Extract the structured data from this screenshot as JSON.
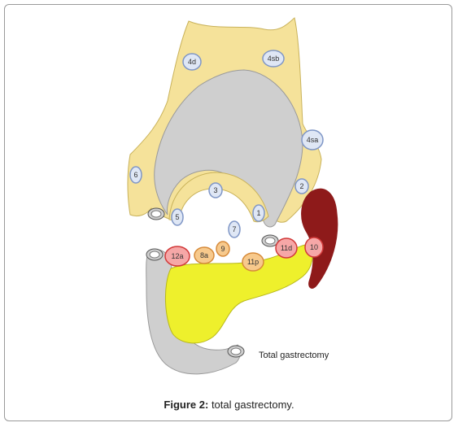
{
  "diagram": {
    "title": "Total gastrectomy",
    "colors": {
      "fat": "#f5e29a",
      "fat_stroke": "#c9b25a",
      "stomach": "#cfcfcf",
      "stomach_stroke": "#9a9a9a",
      "vessel": "#cfcfcf",
      "pancreas": "#eef02c",
      "pancreas_stroke": "#b8b81a",
      "spleen": "#8e1a1a",
      "node_blue_fill": "#dfe7f5",
      "node_blue_stroke": "#7f96c6",
      "node_orange_fill": "#f7c98c",
      "node_orange_stroke": "#d68a3a",
      "node_red_fill": "#f6a7a7",
      "node_red_stroke": "#d23a3a"
    },
    "lymph_nodes": [
      {
        "label": "4d",
        "style": "blue"
      },
      {
        "label": "4sb",
        "style": "blue"
      },
      {
        "label": "4sa",
        "style": "blue"
      },
      {
        "label": "6",
        "style": "blue"
      },
      {
        "label": "3",
        "style": "blue"
      },
      {
        "label": "2",
        "style": "blue"
      },
      {
        "label": "1",
        "style": "blue"
      },
      {
        "label": "5",
        "style": "blue"
      },
      {
        "label": "7",
        "style": "blue"
      },
      {
        "label": "9",
        "style": "orange"
      },
      {
        "label": "8a",
        "style": "orange"
      },
      {
        "label": "11p",
        "style": "orange"
      },
      {
        "label": "12a",
        "style": "red"
      },
      {
        "label": "11d",
        "style": "red"
      },
      {
        "label": "10",
        "style": "red"
      }
    ]
  },
  "caption": {
    "label": "Figure 2:",
    "text": " total gastrectomy."
  }
}
